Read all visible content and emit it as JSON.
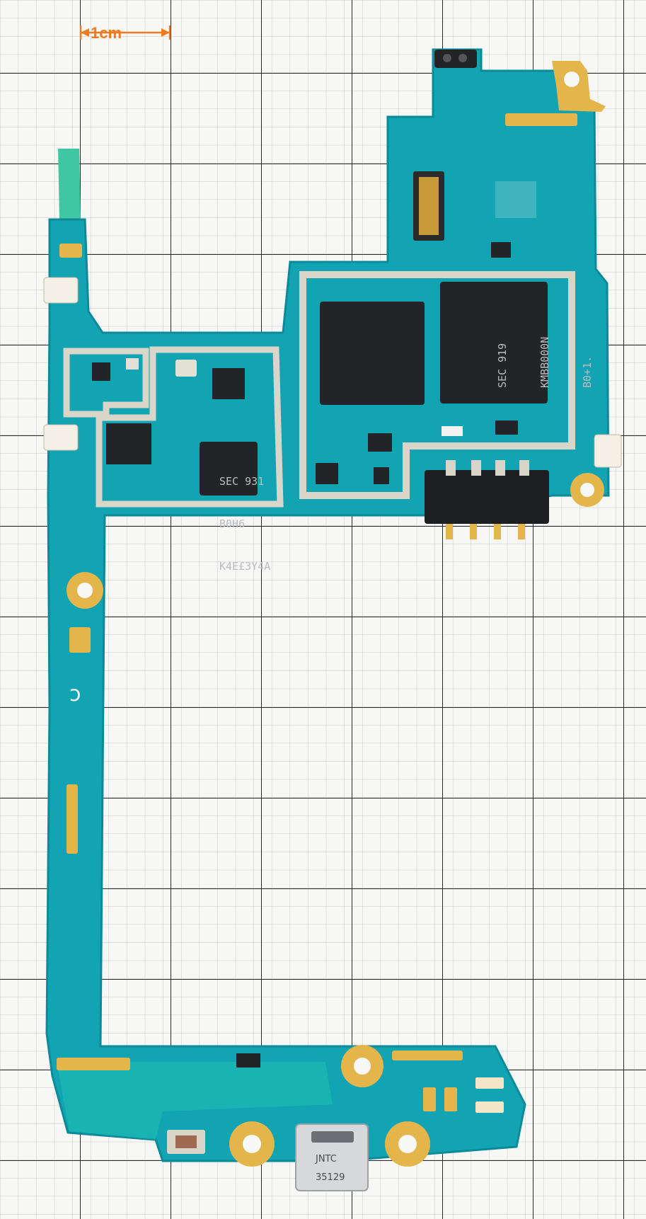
{
  "scale_bar": {
    "label": "1cm",
    "color": "#f07a1e"
  },
  "chips": {
    "ram_chip": {
      "line1": "SEC 931",
      "line2": "B0H6",
      "line3": "K4E£3Y4A"
    },
    "flash_chip": {
      "line1": "SEC 919",
      "line2": "KMBB000N",
      "line3": "B0+1."
    }
  },
  "usb_connector": {
    "line1": "JNTC",
    "line2": "35129"
  },
  "colors": {
    "grid_paper": "#f7f7f6",
    "grid_minor": "#c9c9c9",
    "grid_major": "#2a2a2a",
    "pcb": "#12a4b3",
    "pcb_dark": "#0d8a98",
    "shield_frame": "#d9d5c9",
    "gold": "#e4b54a",
    "chip": "#222428"
  }
}
